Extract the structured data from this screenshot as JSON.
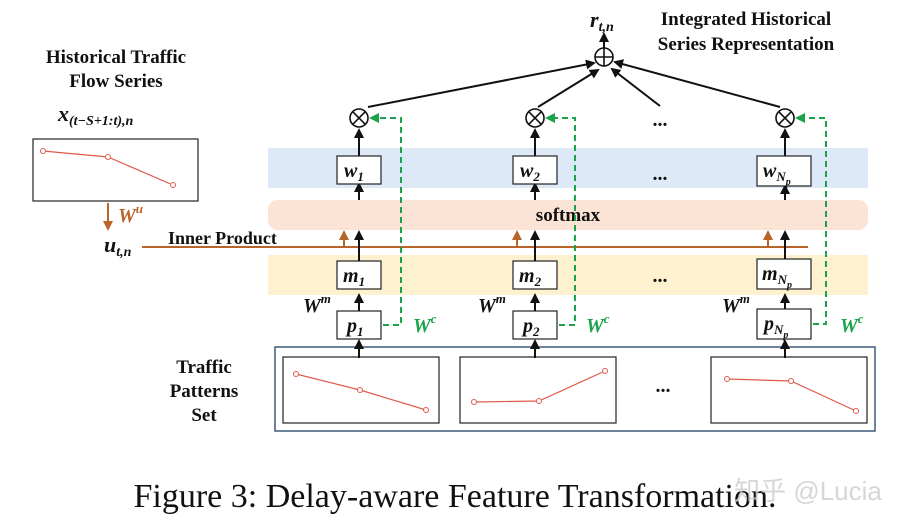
{
  "labels": {
    "historical_title_line1": "Historical Traffic",
    "historical_title_line2": "Flow Series",
    "x_main": "x",
    "x_sub": "(t−S+1:t),n",
    "u_main": "u",
    "u_sub": "t,n",
    "wu_main": "W",
    "wu_sup": "u",
    "inner_product": "Inner Product",
    "softmax": "softmax",
    "r_main": "r",
    "r_sub": "t,n",
    "integrated_line1": "Integrated Historical",
    "integrated_line2": "Series Representation",
    "traffic_line1": "Traffic",
    "traffic_line2": "Patterns",
    "traffic_line3": "Set",
    "ellipsis": "...",
    "caption": "Figure 3: Delay-aware Feature Transformation.",
    "watermark": "知乎 @Lucia"
  },
  "columns": [
    {
      "w_main": "w",
      "w_sub": "1",
      "m_main": "m",
      "m_sub": "1",
      "p_main": "p",
      "p_sub": "1",
      "wm_main": "W",
      "wm_sup": "m",
      "wc_main": "W",
      "wc_sup": "c"
    },
    {
      "w_main": "w",
      "w_sub": "2",
      "m_main": "m",
      "m_sub": "2",
      "p_main": "p",
      "p_sub": "2",
      "wm_main": "W",
      "wm_sup": "m",
      "wc_main": "W",
      "wc_sup": "c"
    },
    {
      "w_main": "w",
      "w_sub": "N",
      "w_subsub": "p",
      "m_main": "m",
      "m_sub": "N",
      "m_subsub": "p",
      "p_main": "p",
      "p_sub": "N",
      "p_subsub": "p",
      "wm_main": "W",
      "wm_sup": "m",
      "wc_main": "W",
      "wc_sup": "c"
    }
  ],
  "colors": {
    "blue_band": "#dde9f6",
    "peach_band": "#fbe3d5",
    "yellow_band": "#fdf1cf",
    "orange_line": "#b8652b",
    "green_dash": "#1aa34a",
    "red_line": "#e05a4a",
    "frame_border": "#2f4f6f"
  },
  "icons": {
    "multiply": "circle-times-icon",
    "plus": "circle-plus-icon"
  }
}
